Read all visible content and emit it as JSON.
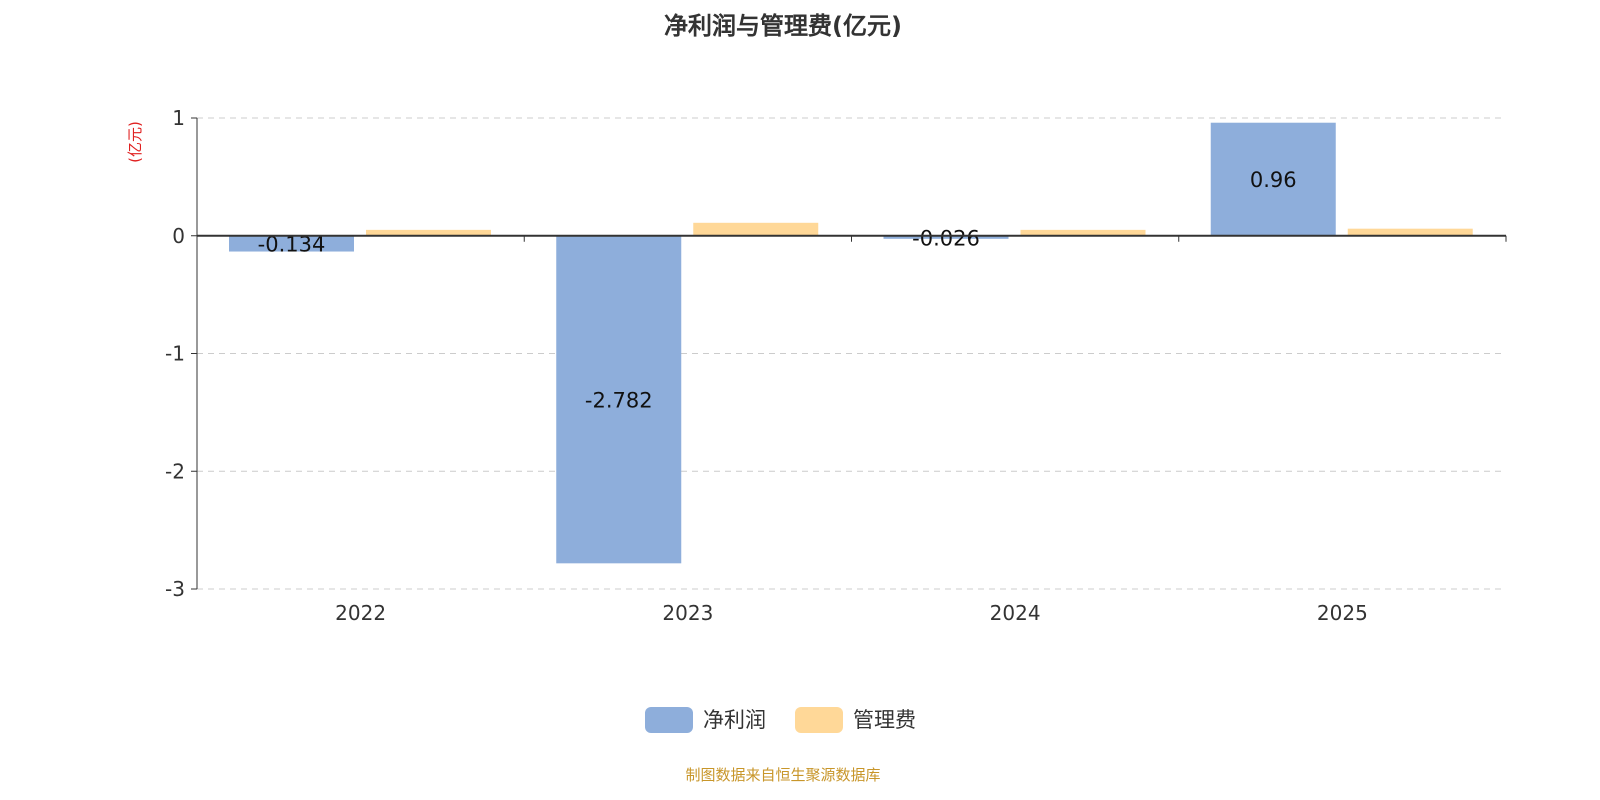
{
  "chart_data": {
    "type": "bar",
    "title": "净利润与管理费(亿元)",
    "ylabel": "(亿元)",
    "xlabel": "",
    "categories": [
      "2022",
      "2023",
      "2024",
      "2025"
    ],
    "ylim": [
      -3,
      1
    ],
    "yticks": [
      1,
      0,
      -1,
      -2,
      -3
    ],
    "grid": true,
    "legend_position": "bottom",
    "series": [
      {
        "name": "净利润",
        "color": "#8eaedb",
        "values": [
          -0.134,
          -2.782,
          -0.026,
          0.96
        ],
        "labels": [
          "-0.134",
          "-2.782",
          "-0.026",
          "0.96"
        ]
      },
      {
        "name": "管理费",
        "color": "#ffd898",
        "values": [
          0.05,
          0.11,
          0.05,
          0.06
        ]
      }
    ]
  },
  "source": "制图数据来自恒生聚源数据库"
}
